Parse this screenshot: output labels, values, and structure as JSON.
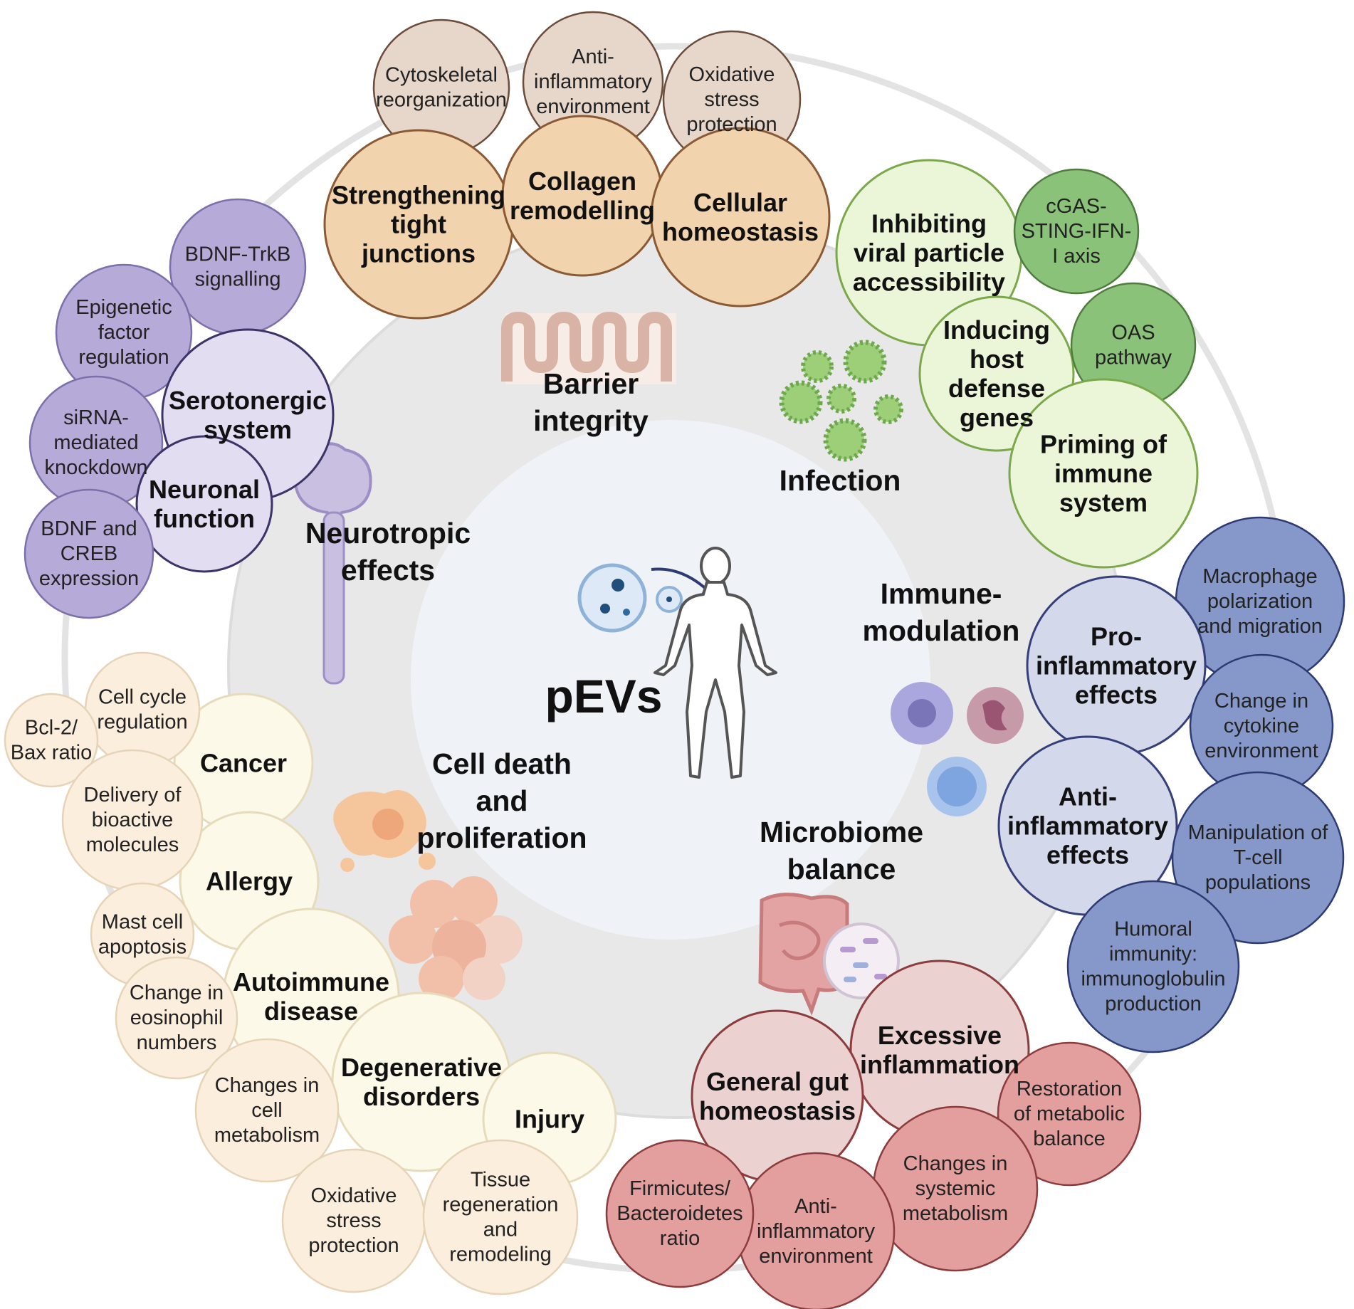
{
  "center": {
    "title": "pEVs"
  },
  "categories": [
    {
      "id": "barrier",
      "lines": [
        "Barrier",
        "integrity"
      ]
    },
    {
      "id": "infection",
      "lines": [
        "Infection"
      ]
    },
    {
      "id": "immune",
      "lines": [
        "Immune-",
        "modulation"
      ]
    },
    {
      "id": "microbiome",
      "lines": [
        "Microbiome",
        "balance"
      ]
    },
    {
      "id": "celldeath",
      "lines": [
        "Cell death",
        "and",
        "proliferation"
      ]
    },
    {
      "id": "neuro",
      "lines": [
        "Neurotropic",
        "effects"
      ]
    }
  ],
  "palette": {
    "barrier": {
      "main_fill": "#f1d3ae",
      "main_stroke": "#8a5a35",
      "sub_fill": "#e7d6ca",
      "sub_stroke": "#6b4c3b"
    },
    "infection": {
      "main_fill": "#ebf6d8",
      "main_stroke": "#7aa84a",
      "sub_fill": "#8bc27a",
      "sub_stroke": "#4f7d3e"
    },
    "immune": {
      "main_fill": "#d3d8ea",
      "main_stroke": "#353f7a",
      "sub_fill": "#8698c9",
      "sub_stroke": "#2d3a73"
    },
    "microbiome": {
      "main_fill": "#ecd1d1",
      "main_stroke": "#8c3c3c",
      "sub_fill": "#e39e9e",
      "sub_stroke": "#8c3c3c"
    },
    "celldeath": {
      "main_fill": "#fdf9e8",
      "main_stroke": "#e6dcbc",
      "sub_fill": "#fbeedd",
      "sub_stroke": "#e6d4b8"
    },
    "neuro": {
      "main_fill": "#e2ddf1",
      "main_stroke": "#3c3466",
      "sub_fill": "#b5aad8",
      "sub_stroke": "#7c70ab"
    }
  },
  "bubbles": [
    {
      "id": "cytoskeletal",
      "group": "barrier",
      "kind": "sub",
      "lines": [
        "Cytoskeletal",
        "reorganization"
      ]
    },
    {
      "id": "anti-inflam-env-1",
      "group": "barrier",
      "kind": "sub",
      "lines": [
        "Anti-",
        "inflammatory",
        "environment"
      ]
    },
    {
      "id": "oxidative-1",
      "group": "barrier",
      "kind": "sub",
      "lines": [
        "Oxidative",
        "stress",
        "protection"
      ]
    },
    {
      "id": "tight-junctions",
      "group": "barrier",
      "kind": "main",
      "lines": [
        "Strengthening",
        "tight",
        "junctions"
      ]
    },
    {
      "id": "collagen",
      "group": "barrier",
      "kind": "main",
      "lines": [
        "Collagen",
        "remodelling"
      ]
    },
    {
      "id": "homeostasis",
      "group": "barrier",
      "kind": "main",
      "lines": [
        "Cellular",
        "homeostasis"
      ]
    },
    {
      "id": "viral-access",
      "group": "infection",
      "kind": "main",
      "lines": [
        "Inhibiting",
        "viral particle",
        "accessibility"
      ]
    },
    {
      "id": "cgas",
      "group": "infection",
      "kind": "sub",
      "lines": [
        "cGAS-",
        "STING-IFN-",
        "I axis"
      ]
    },
    {
      "id": "host-defense",
      "group": "infection",
      "kind": "main",
      "lines": [
        "Inducing",
        "host",
        "defense",
        "genes"
      ]
    },
    {
      "id": "oas",
      "group": "infection",
      "kind": "sub",
      "lines": [
        "OAS",
        "pathway"
      ]
    },
    {
      "id": "priming",
      "group": "infection",
      "kind": "main",
      "lines": [
        "Priming of",
        "immune",
        "system"
      ]
    },
    {
      "id": "macrophage",
      "group": "immune",
      "kind": "sub",
      "lines": [
        "Macrophage",
        "polarization",
        "and migration"
      ]
    },
    {
      "id": "pro-inflam",
      "group": "immune",
      "kind": "main",
      "lines": [
        "Pro-",
        "inflammatory",
        "effects"
      ]
    },
    {
      "id": "cytokine",
      "group": "immune",
      "kind": "sub",
      "lines": [
        "Change in",
        "cytokine",
        "environment"
      ]
    },
    {
      "id": "anti-inflam-effects",
      "group": "immune",
      "kind": "main",
      "lines": [
        "Anti-",
        "inflammatory",
        "effects"
      ]
    },
    {
      "id": "tcell",
      "group": "immune",
      "kind": "sub",
      "lines": [
        "Manipulation of",
        "T-cell",
        "populations"
      ]
    },
    {
      "id": "humoral",
      "group": "immune",
      "kind": "sub",
      "lines": [
        "Humoral",
        "immunity:",
        "immunoglobulin",
        "production"
      ]
    },
    {
      "id": "excessive-inflam",
      "group": "microbiome",
      "kind": "main",
      "lines": [
        "Excessive",
        "inflammation"
      ]
    },
    {
      "id": "gut-homeostasis",
      "group": "microbiome",
      "kind": "main",
      "lines": [
        "General gut",
        "homeostasis"
      ]
    },
    {
      "id": "restoration",
      "group": "microbiome",
      "kind": "sub",
      "lines": [
        "Restoration",
        "of metabolic",
        "balance"
      ]
    },
    {
      "id": "systemic-metab",
      "group": "microbiome",
      "kind": "sub",
      "lines": [
        "Changes in",
        "systemic",
        "metabolism"
      ]
    },
    {
      "id": "anti-inflam-env-2",
      "group": "microbiome",
      "kind": "sub",
      "lines": [
        "Anti-",
        "inflammatory",
        "environment"
      ]
    },
    {
      "id": "firmicutes",
      "group": "microbiome",
      "kind": "sub",
      "lines": [
        "Firmicutes/",
        "Bacteroidetes",
        "ratio"
      ]
    },
    {
      "id": "cancer",
      "group": "celldeath",
      "kind": "main",
      "lines": [
        "Cancer"
      ]
    },
    {
      "id": "allergy",
      "group": "celldeath",
      "kind": "main",
      "lines": [
        "Allergy"
      ]
    },
    {
      "id": "autoimmune",
      "group": "celldeath",
      "kind": "main",
      "lines": [
        "Autoimmune",
        "disease"
      ]
    },
    {
      "id": "degenerative",
      "group": "celldeath",
      "kind": "main",
      "lines": [
        "Degenerative",
        "disorders"
      ]
    },
    {
      "id": "injury",
      "group": "celldeath",
      "kind": "main",
      "lines": [
        "Injury"
      ]
    },
    {
      "id": "cell-cycle",
      "group": "celldeath",
      "kind": "sub",
      "lines": [
        "Cell cycle",
        "regulation"
      ]
    },
    {
      "id": "bcl2",
      "group": "celldeath",
      "kind": "sub",
      "lines": [
        "Bcl-2/",
        "Bax ratio"
      ]
    },
    {
      "id": "delivery",
      "group": "celldeath",
      "kind": "sub",
      "lines": [
        "Delivery of",
        "bioactive",
        "molecules"
      ]
    },
    {
      "id": "mast-cell",
      "group": "celldeath",
      "kind": "sub",
      "lines": [
        "Mast cell",
        "apoptosis"
      ]
    },
    {
      "id": "eosinophil",
      "group": "celldeath",
      "kind": "sub",
      "lines": [
        "Change in",
        "eosinophil",
        "numbers"
      ]
    },
    {
      "id": "cell-metab",
      "group": "celldeath",
      "kind": "sub",
      "lines": [
        "Changes in",
        "cell",
        "metabolism"
      ]
    },
    {
      "id": "oxidative-2",
      "group": "celldeath",
      "kind": "sub",
      "lines": [
        "Oxidative",
        "stress",
        "protection"
      ]
    },
    {
      "id": "tissue-regen",
      "group": "celldeath",
      "kind": "sub",
      "lines": [
        "Tissue",
        "regeneration",
        "and",
        "remodeling"
      ]
    },
    {
      "id": "bdnf-trkb",
      "group": "neuro",
      "kind": "sub",
      "lines": [
        "BDNF-TrkB",
        "signalling"
      ]
    },
    {
      "id": "epigenetic",
      "group": "neuro",
      "kind": "sub",
      "lines": [
        "Epigenetic",
        "factor",
        "regulation"
      ]
    },
    {
      "id": "serotonergic",
      "group": "neuro",
      "kind": "main",
      "lines": [
        "Serotonergic",
        "system"
      ]
    },
    {
      "id": "sirna",
      "group": "neuro",
      "kind": "sub",
      "lines": [
        "siRNA-",
        "mediated",
        "knockdown"
      ]
    },
    {
      "id": "neuronal",
      "group": "neuro",
      "kind": "main",
      "lines": [
        "Neuronal",
        "function"
      ]
    },
    {
      "id": "bdnf-creb",
      "group": "neuro",
      "kind": "sub",
      "lines": [
        "BDNF and",
        "CREB",
        "expression"
      ]
    }
  ],
  "icons": [
    "intestinal-villi-icon",
    "virus-particles-icon",
    "immune-cells-icon",
    "intestine-microbiome-icon",
    "cell-cluster-icon",
    "brain-spinal-cord-icon",
    "vesicle-icon",
    "human-figure-icon"
  ]
}
